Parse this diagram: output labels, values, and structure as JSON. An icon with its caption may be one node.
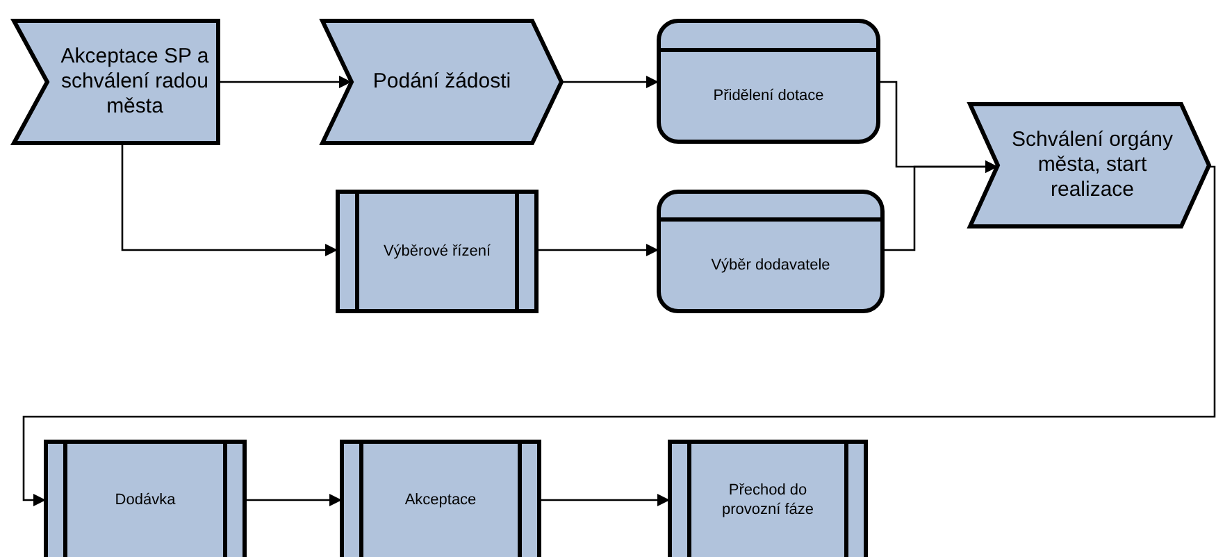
{
  "diagram": {
    "nodes": [
      {
        "text": [
          "Akceptace SP a schválení radou města"
        ]
      },
      {
        "text": [
          "Podání žádosti"
        ]
      },
      {
        "text": [
          "Přidělení dotace"
        ]
      },
      {
        "text": [
          "Výběrové řízení"
        ]
      },
      {
        "text": [
          "Výběr dodavatele"
        ]
      },
      {
        "text": [
          "Schválení orgány města, start realizace"
        ]
      },
      {
        "text": [
          "Dodávka"
        ]
      },
      {
        "text": [
          "Akceptace"
        ]
      },
      {
        "text": [
          "Přechod do provozní fáze"
        ]
      }
    ],
    "edges": [
      {
        "from": 0,
        "to": 1,
        "arrow": "to"
      },
      {
        "from": 1,
        "to": 2,
        "arrow": "to"
      },
      {
        "from": 0,
        "to": 3,
        "arrow": "to"
      },
      {
        "from": 3,
        "to": 4,
        "arrow": "to"
      },
      {
        "from": 2,
        "to": 5,
        "arrow": "to"
      },
      {
        "from": 4,
        "to": 5,
        "arrow": "to"
      },
      {
        "from": 5,
        "to": 6,
        "arrow": "to"
      },
      {
        "from": 6,
        "to": 7,
        "arrow": "to"
      },
      {
        "from": 7,
        "to": 8,
        "arrow": "to"
      }
    ]
  }
}
